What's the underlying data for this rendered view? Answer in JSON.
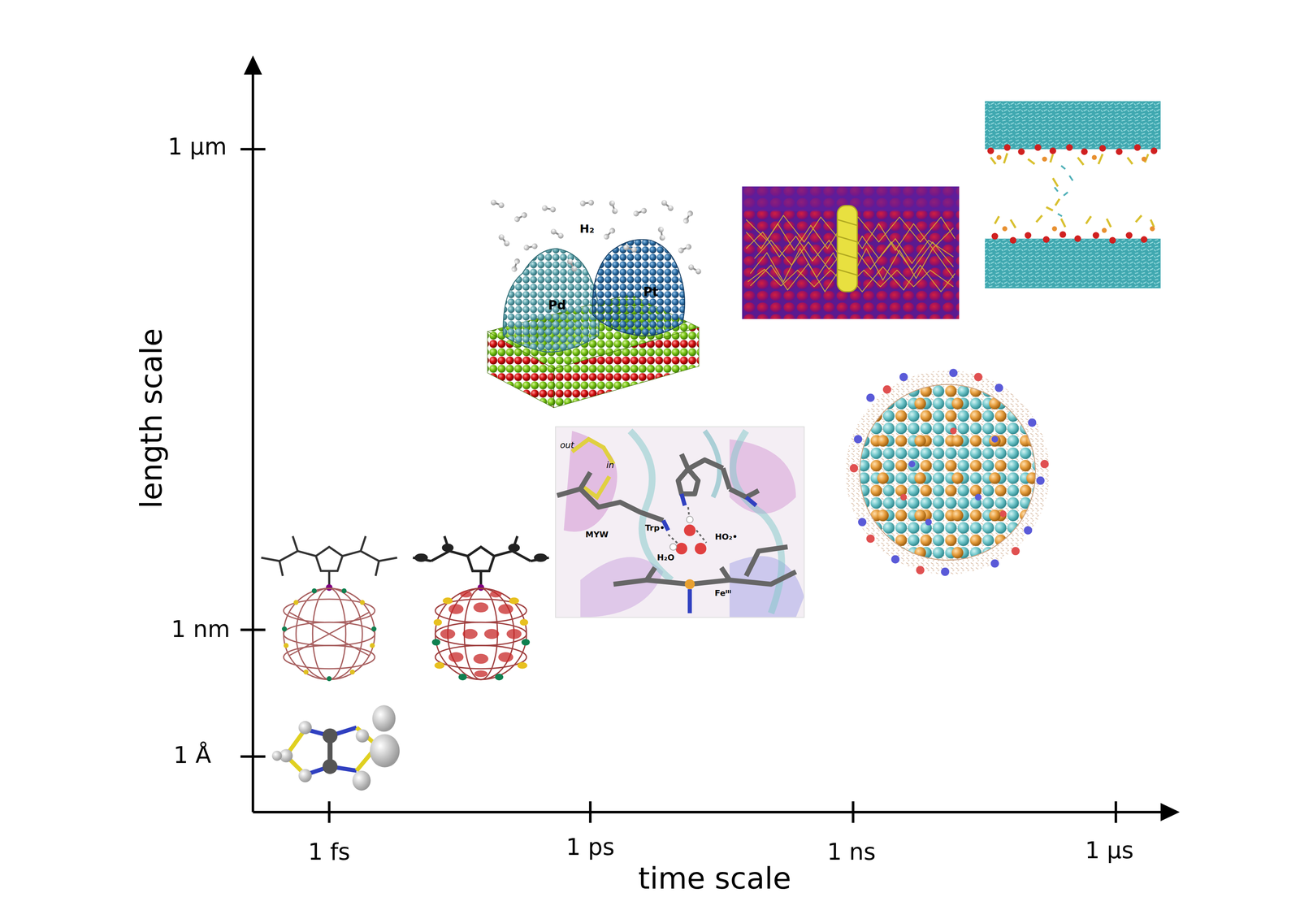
{
  "diagram": {
    "labels": [
      "1 μm",
      "1 nm",
      "1 Å",
      "length scale",
      "1 fs",
      "1 ps",
      "1 ns",
      "1 μs",
      "time scale",
      "H₂",
      "Pd",
      "Pt",
      "out",
      "in",
      "MYW",
      "Trp•",
      "H₂O",
      "HO₂•",
      "Feᴵᴵᴵ"
    ]
  }
}
